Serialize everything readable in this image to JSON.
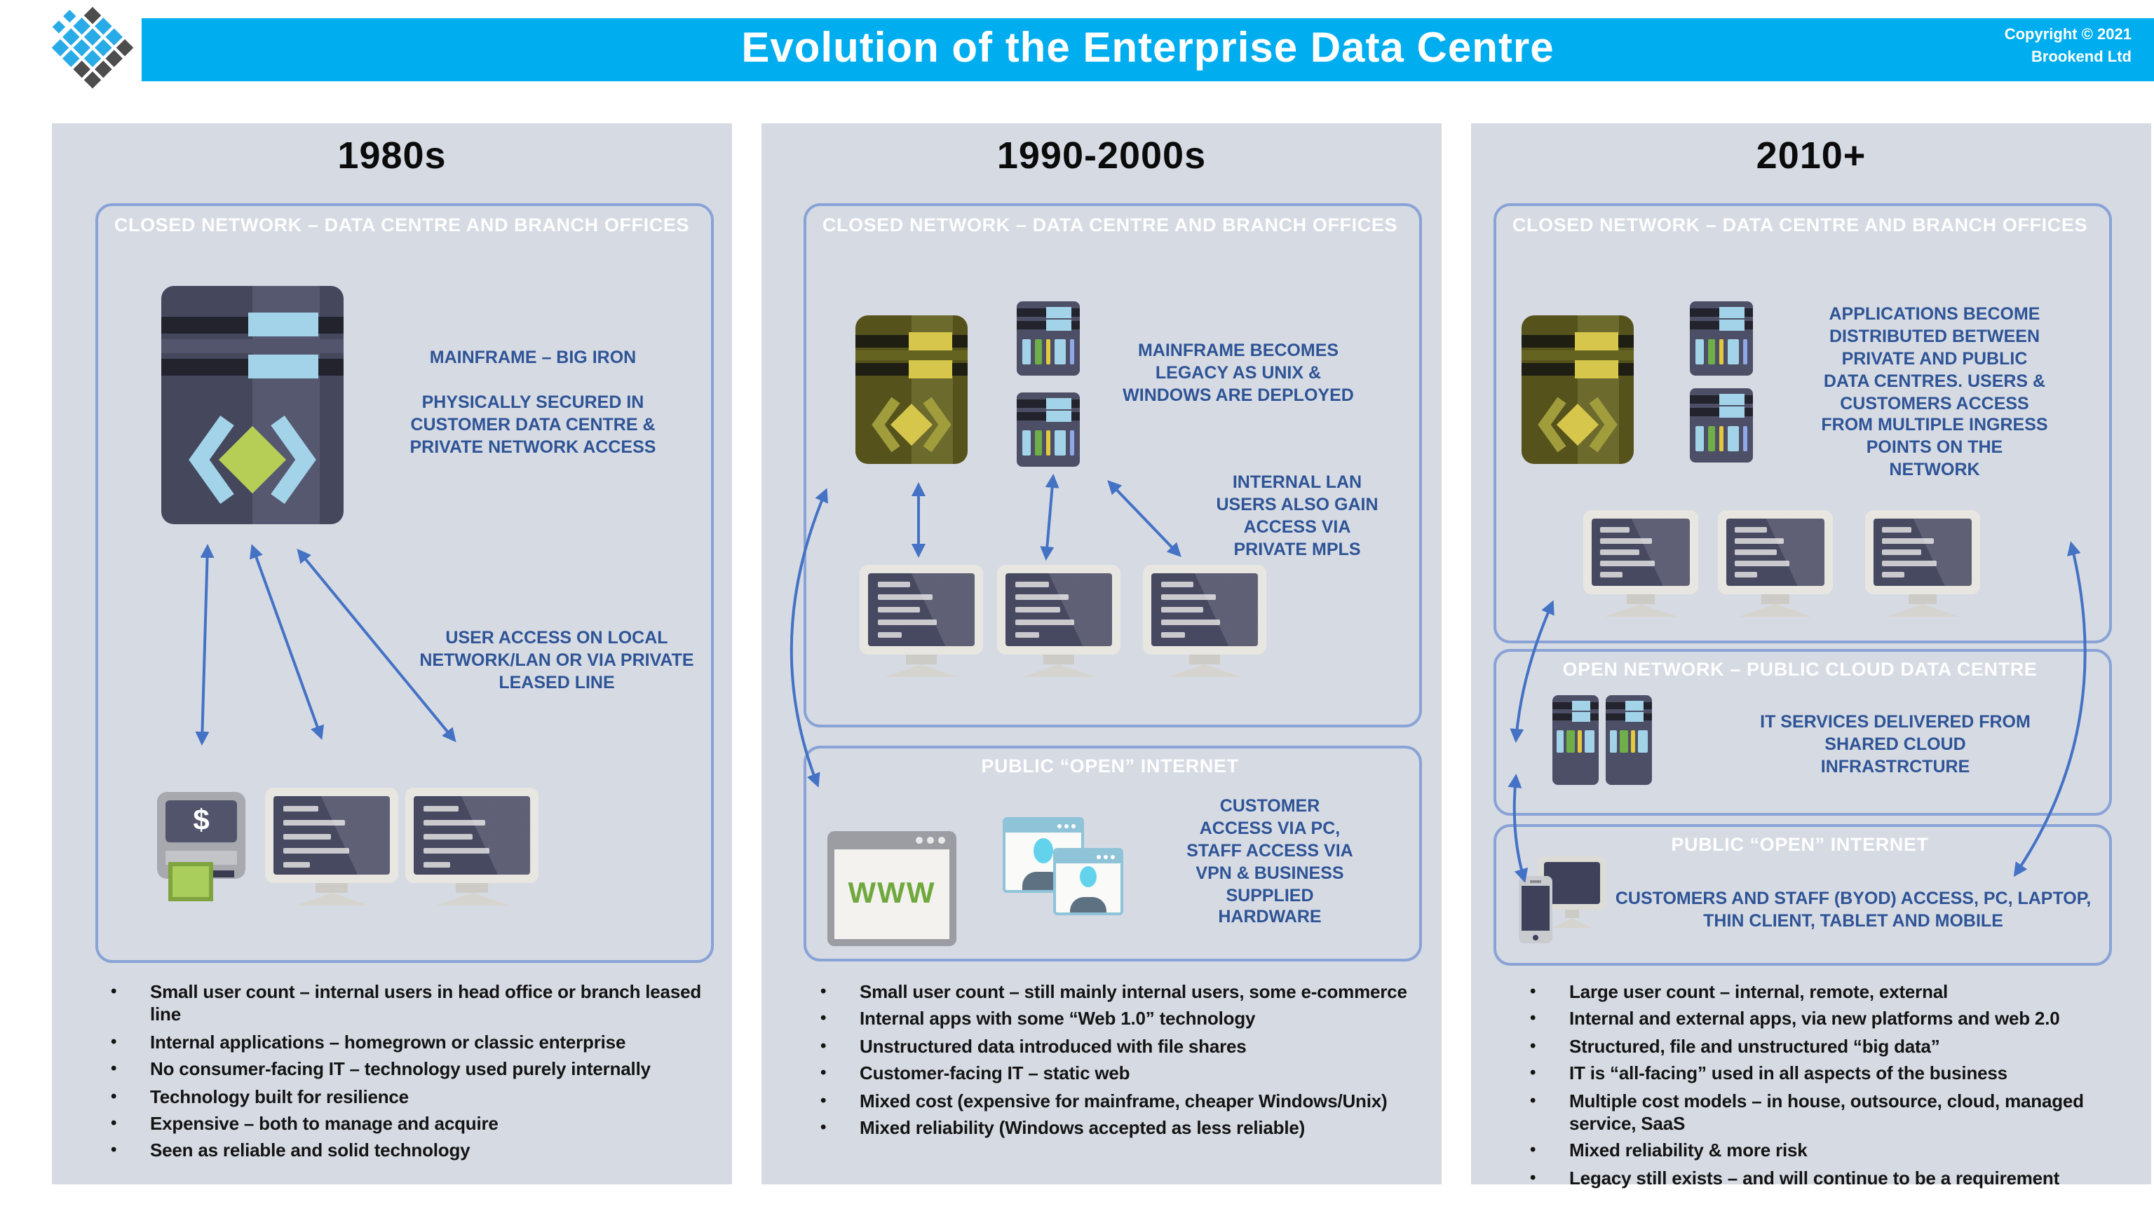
{
  "header": {
    "title": "Evolution of the Enterprise Data Centre",
    "copyright_line1": "Copyright © 2021",
    "copyright_line2": "Brookend Ltd"
  },
  "colors": {
    "header_bar": "#00AEEF",
    "panel_background": "#D6DAE3",
    "box_border": "#89A3D6",
    "annotation_blue": "#2E5496",
    "arrow_blue": "#4472C4"
  },
  "panels": [
    {
      "era": "1980s",
      "closed_label": "CLOSED NETWORK – DATA CENTRE AND BRANCH OFFICES",
      "mainframe_note": "MAINFRAME – BIG IRON",
      "secured_note": "PHYSICALLY SECURED IN CUSTOMER DATA CENTRE & PRIVATE NETWORK ACCESS",
      "user_access_note": "USER ACCESS ON LOCAL NETWORK/LAN OR VIA PRIVATE LEASED LINE",
      "atm_symbol": "$",
      "bullets": [
        "Small user count – internal users in head office or branch leased line",
        "Internal applications – homegrown or classic enterprise",
        "No consumer-facing IT – technology used purely internally",
        "Technology built for resilience",
        "Expensive – both to manage and acquire",
        "Seen as reliable and solid technology"
      ]
    },
    {
      "era": "1990-2000s",
      "closed_label": "CLOSED NETWORK – DATA CENTRE AND BRANCH OFFICES",
      "mainframe_note": "MAINFRAME BECOMES LEGACY AS UNIX & WINDOWS ARE DEPLOYED",
      "lan_note": "INTERNAL LAN USERS ALSO GAIN ACCESS VIA PRIVATE MPLS",
      "public_label": "PUBLIC “OPEN” INTERNET",
      "www_label": "WWW",
      "customer_note": "CUSTOMER ACCESS VIA PC, STAFF ACCESS VIA VPN & BUSINESS SUPPLIED HARDWARE",
      "bullets": [
        "Small user count – still mainly internal users, some e-commerce",
        "Internal apps with some “Web 1.0” technology",
        "Unstructured data introduced with file shares",
        "Customer-facing IT – static web",
        "Mixed cost (expensive for mainframe, cheaper Windows/Unix)",
        "Mixed reliability (Windows accepted as less reliable)"
      ]
    },
    {
      "era": "2010+",
      "closed_label": "CLOSED NETWORK – DATA CENTRE AND BRANCH OFFICES",
      "apps_note": "APPLICATIONS BECOME DISTRIBUTED BETWEEN PRIVATE AND PUBLIC DATA CENTRES.  USERS & CUSTOMERS ACCESS FROM MULTIPLE INGRESS POINTS ON THE NETWORK",
      "open_label": "OPEN NETWORK – PUBLIC CLOUD DATA CENTRE",
      "cloud_note": "IT SERVICES DELIVERED FROM SHARED CLOUD INFRASTRCTURE",
      "public_label": "PUBLIC “OPEN” INTERNET",
      "byod_note": "CUSTOMERS AND STAFF (BYOD) ACCESS, PC, LAPTOP, THIN CLIENT, TABLET AND MOBILE",
      "bullets": [
        "Large user count – internal, remote, external",
        "Internal and external apps, via new platforms and web 2.0",
        "Structured, file and unstructured “big data”",
        "IT is “all-facing” used in all aspects of the business",
        "Multiple cost models – in house, outsource, cloud, managed service, SaaS",
        "Mixed reliability & more risk",
        "Legacy still exists – and will continue to be a requirement"
      ]
    }
  ]
}
